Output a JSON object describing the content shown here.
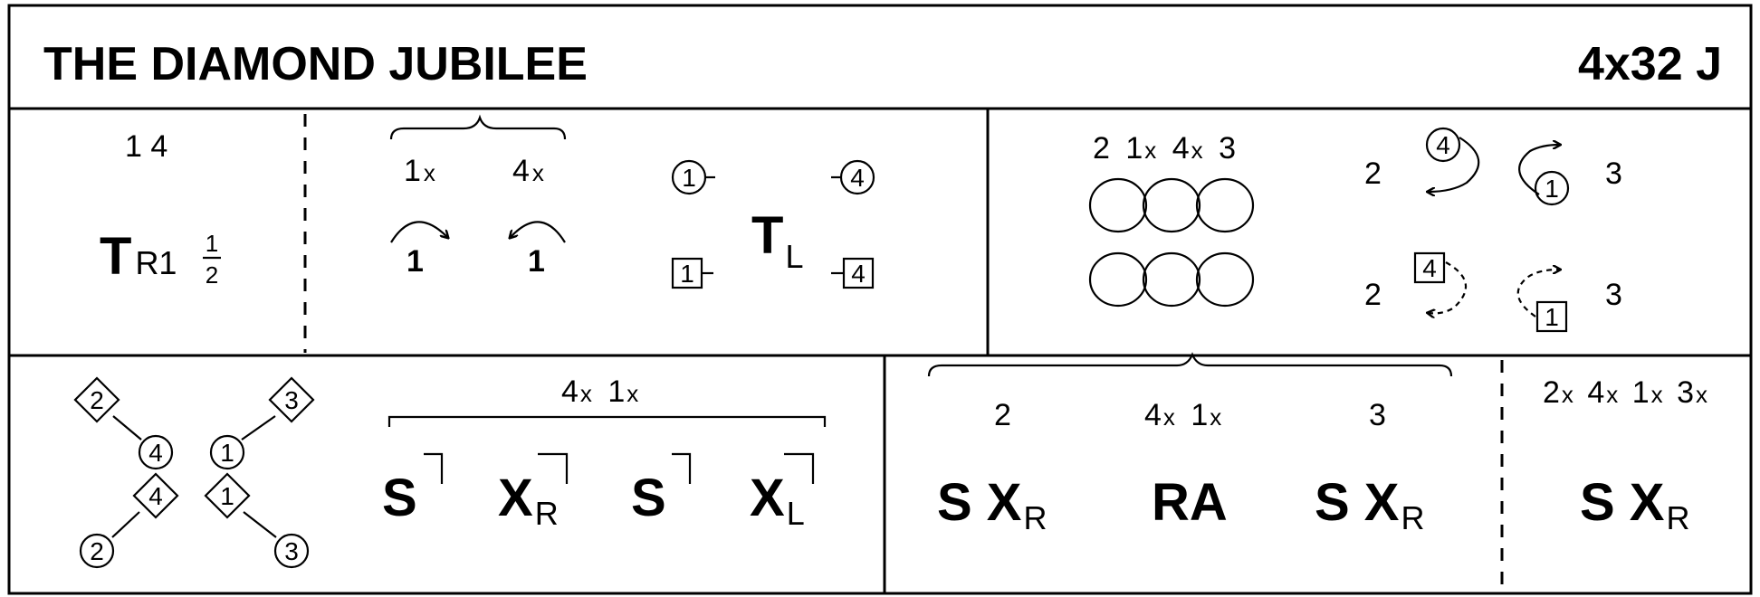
{
  "title": "THE DIAMOND JUBILEE",
  "formation": "4x32 J",
  "bar1": {
    "couples": "1 4",
    "figure": "T",
    "figure_sub": "R1",
    "frac_num": "1",
    "frac_den": "2"
  },
  "bar2": {
    "label_a": "1",
    "label_a_x": "x",
    "label_b": "4",
    "label_b_x": "x",
    "turn_a": "1",
    "turn_b": "1",
    "circle_a": "1",
    "circle_b": "4",
    "square_a": "1",
    "square_b": "4",
    "figure": "T",
    "figure_sub": "L"
  },
  "bar3": {
    "order": [
      "2",
      "1",
      "4",
      "3"
    ],
    "order_marks": [
      "",
      "x",
      "x",
      ""
    ],
    "side_top_left": "2",
    "side_top_right": "3",
    "side_bottom_left": "2",
    "side_bottom_right": "3",
    "circle_a": "4",
    "circle_b": "1",
    "square_a": "4",
    "square_b": "1"
  },
  "bar4": {
    "diamonds": [
      "2",
      "3",
      "4",
      "1"
    ],
    "circles": [
      "4",
      "1",
      "2",
      "3"
    ],
    "couples": "4",
    "couples_x": "x",
    "couples2": "1",
    "couples2_x": "x",
    "figures": [
      {
        "main": "S",
        "sub": ""
      },
      {
        "main": "X",
        "sub": "R"
      },
      {
        "main": "S",
        "sub": ""
      },
      {
        "main": "X",
        "sub": "L"
      }
    ]
  },
  "bar5": {
    "left_num": "2",
    "mid_a": "4",
    "mid_b": "1",
    "right_num": "3",
    "left_fig": "S X",
    "left_sub": "R",
    "mid_fig": "RA",
    "right_fig": "S X",
    "right_sub": "R"
  },
  "bar6": {
    "order": [
      "2",
      "4",
      "1",
      "3"
    ],
    "mark": "x",
    "fig": "S X",
    "fig_sub": "R"
  }
}
